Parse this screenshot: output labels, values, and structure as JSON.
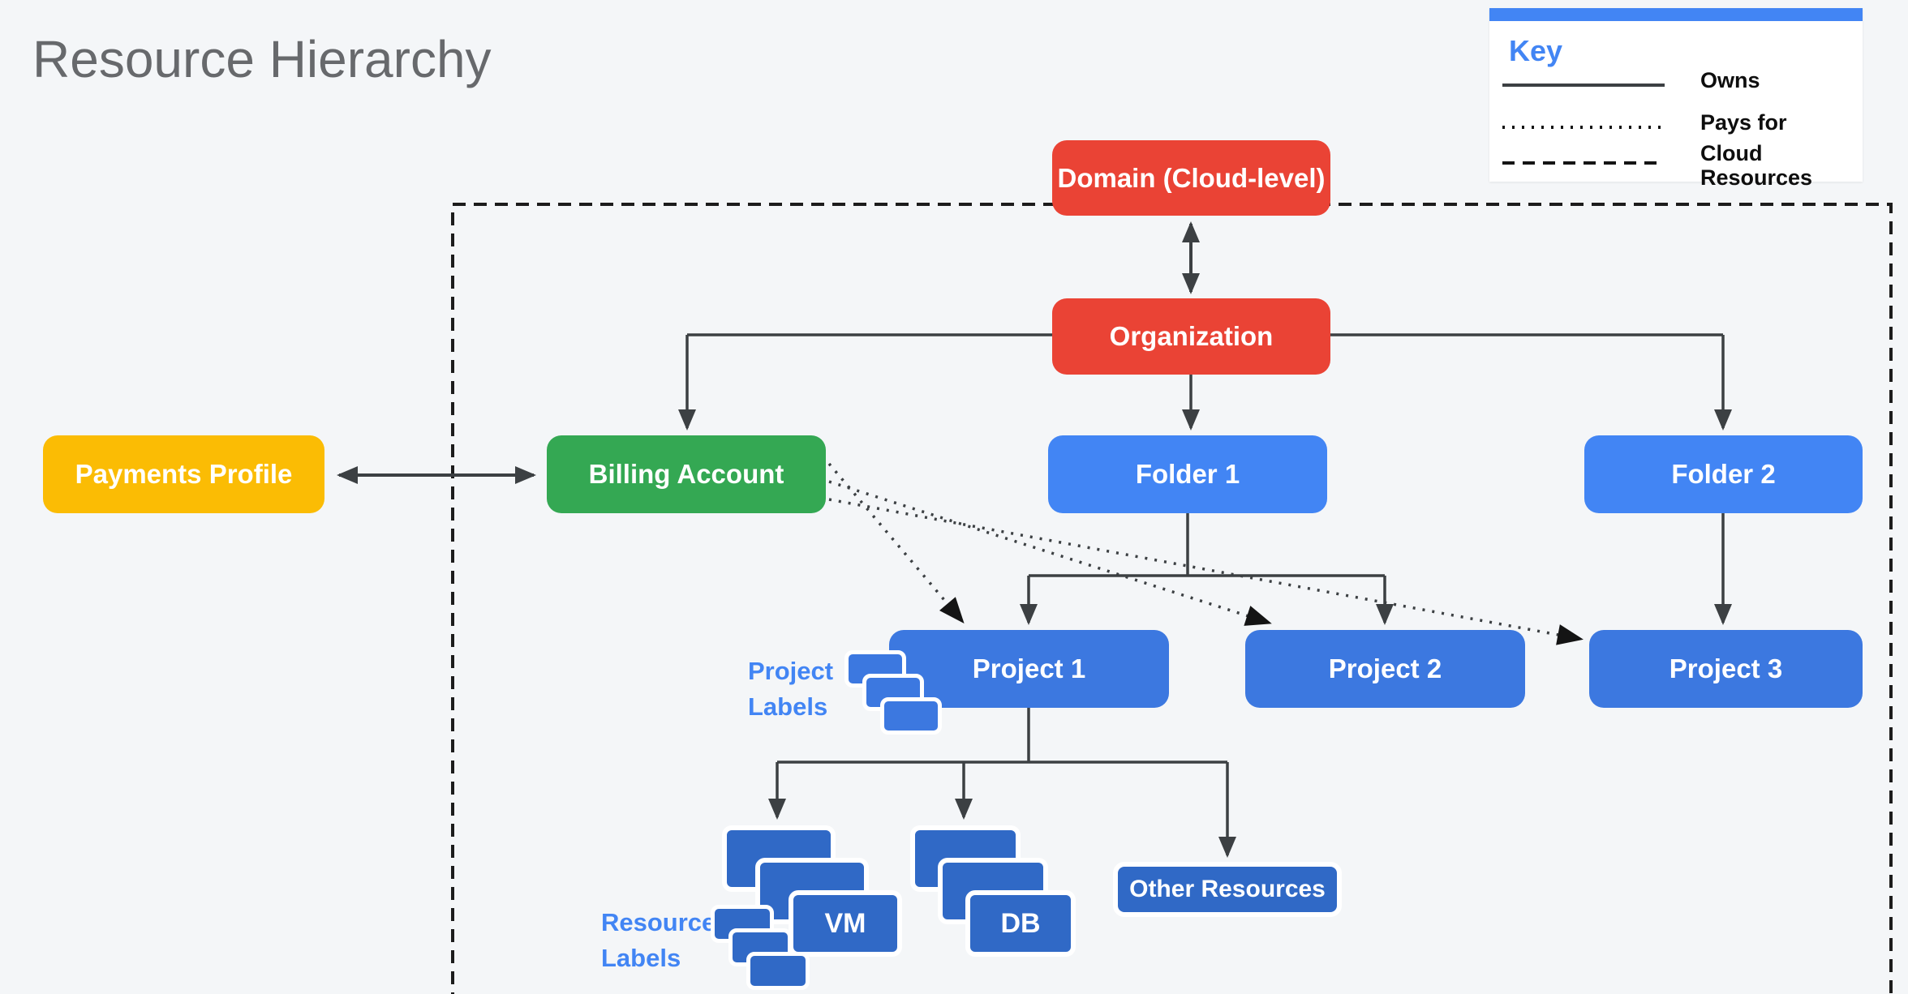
{
  "title": "Resource Hierarchy",
  "legend": {
    "title": "Key",
    "items": [
      {
        "style": "solid",
        "label": "Owns"
      },
      {
        "style": "dotted",
        "label": "Pays for"
      },
      {
        "style": "dashed",
        "label": "Cloud Resources"
      }
    ]
  },
  "nodes": {
    "domain": {
      "label": "Domain (Cloud-level)",
      "color": "#EA4335"
    },
    "organization": {
      "label": "Organization",
      "color": "#EA4335"
    },
    "payments_profile": {
      "label": "Payments Profile",
      "color": "#FBBC04"
    },
    "billing_account": {
      "label": "Billing Account",
      "color": "#34A853"
    },
    "folder1": {
      "label": "Folder 1",
      "color": "#4285F4"
    },
    "folder2": {
      "label": "Folder 2",
      "color": "#4285F4"
    },
    "project1": {
      "label": "Project 1",
      "color": "#3C78E0"
    },
    "project2": {
      "label": "Project 2",
      "color": "#3C78E0"
    },
    "project3": {
      "label": "Project 3",
      "color": "#3C78E0"
    },
    "vm": {
      "label": "VM",
      "color": "#3069C6"
    },
    "db": {
      "label": "DB",
      "color": "#3069C6"
    },
    "other_resources": {
      "label": "Other Resources",
      "color": "#3069C6"
    }
  },
  "annotations": {
    "project_labels": "Project\nLabels",
    "resource_labels": "Resource\nLabels"
  },
  "relationships": [
    {
      "from": "Domain (Cloud-level)",
      "to": "Organization",
      "type": "owns",
      "bidirectional": true
    },
    {
      "from": "Organization",
      "to": "Billing Account",
      "type": "owns"
    },
    {
      "from": "Organization",
      "to": "Folder 1",
      "type": "owns"
    },
    {
      "from": "Organization",
      "to": "Folder 2",
      "type": "owns"
    },
    {
      "from": "Payments Profile",
      "to": "Billing Account",
      "type": "owns",
      "bidirectional": true
    },
    {
      "from": "Folder 1",
      "to": "Project 1",
      "type": "owns"
    },
    {
      "from": "Folder 1",
      "to": "Project 2",
      "type": "owns"
    },
    {
      "from": "Folder 2",
      "to": "Project 3",
      "type": "owns"
    },
    {
      "from": "Project 1",
      "to": "VM",
      "type": "owns"
    },
    {
      "from": "Project 1",
      "to": "DB",
      "type": "owns"
    },
    {
      "from": "Project 1",
      "to": "Other Resources",
      "type": "owns"
    },
    {
      "from": "Billing Account",
      "to": "Project 1",
      "type": "pays_for"
    },
    {
      "from": "Billing Account",
      "to": "Project 2",
      "type": "pays_for"
    },
    {
      "from": "Billing Account",
      "to": "Project 3",
      "type": "pays_for"
    }
  ],
  "colors": {
    "red": "#EA4335",
    "green": "#34A853",
    "yellow": "#FBBC04",
    "blue": "#4285F4",
    "project_blue": "#3C78E0",
    "resource_blue": "#3069C6",
    "line": "#3C4043",
    "boundary": "#1C1C1C",
    "background": "#F4F6F8",
    "title_gray": "#67696C",
    "annotation_blue": "#4285F4"
  }
}
